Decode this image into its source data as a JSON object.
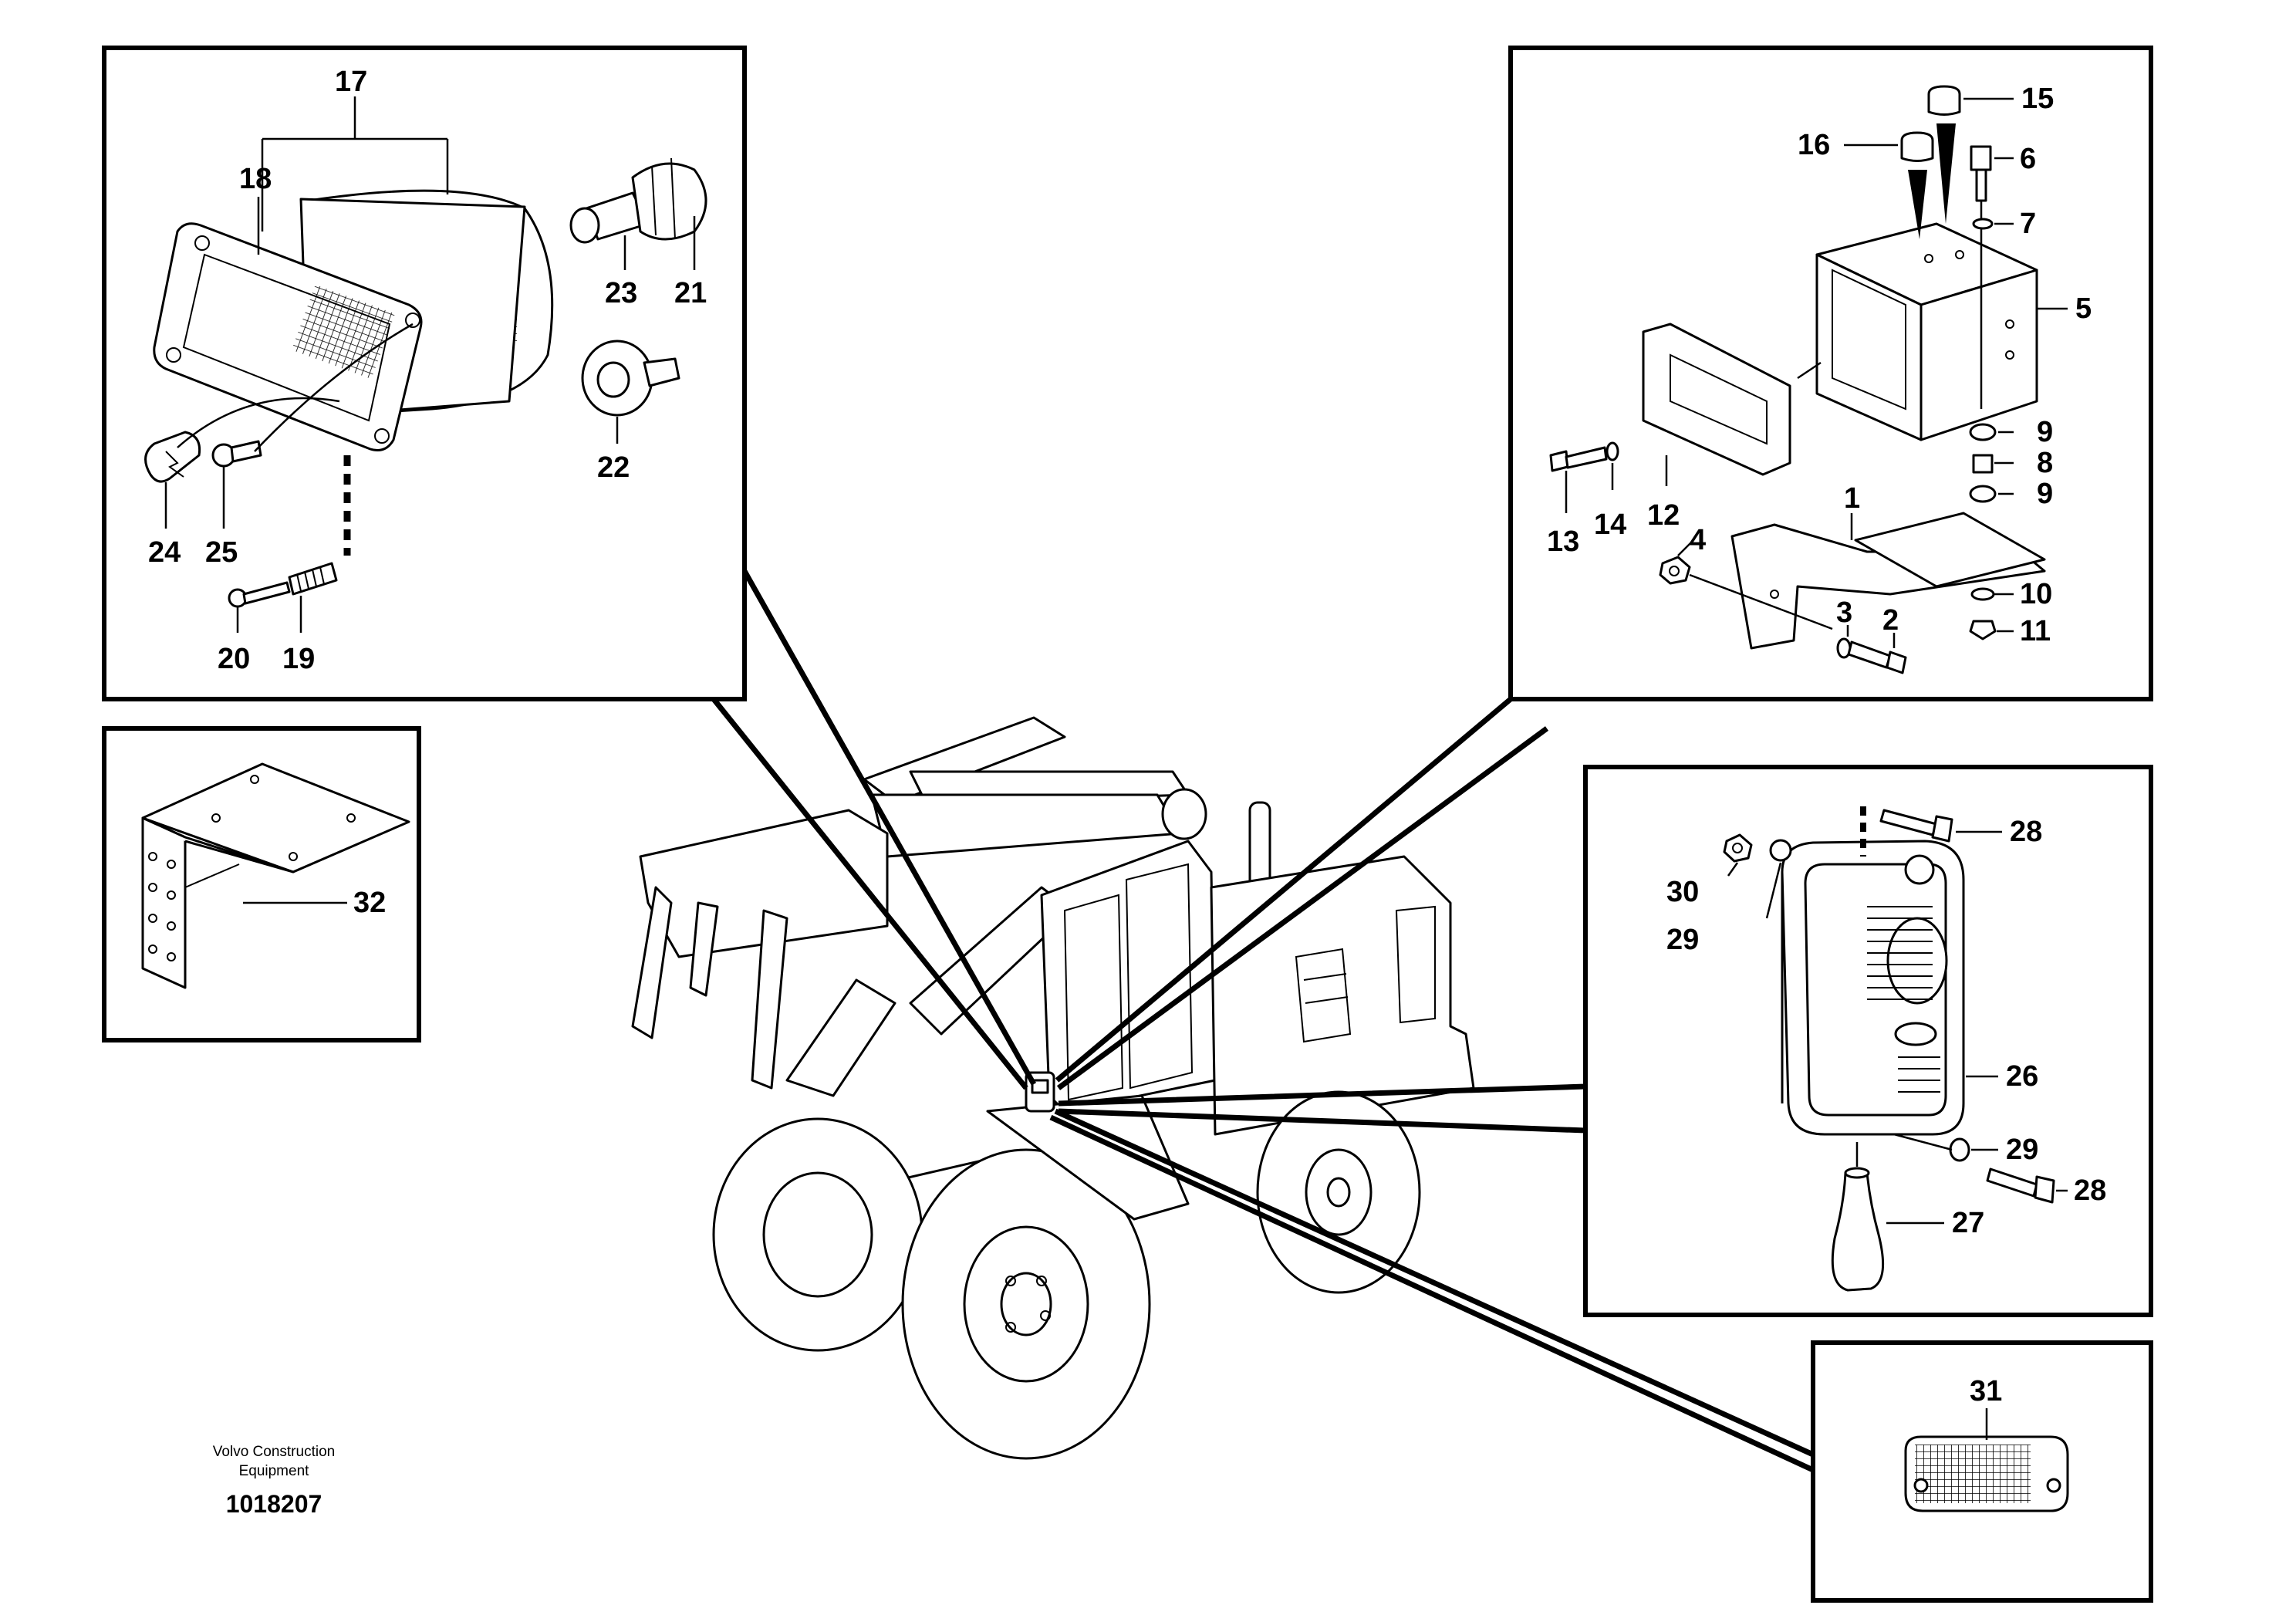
{
  "labels": {
    "p1": "1",
    "p2": "2",
    "p3": "3",
    "p4": "4",
    "p5": "5",
    "p6": "6",
    "p7": "7",
    "p8": "8",
    "p9a": "9",
    "p9b": "9",
    "p10": "10",
    "p11": "11",
    "p12": "12",
    "p13": "13",
    "p14": "14",
    "p15": "15",
    "p16": "16",
    "p17": "17",
    "p18": "18",
    "p19": "19",
    "p20": "20",
    "p21": "21",
    "p22": "22",
    "p23": "23",
    "p24": "24",
    "p25": "25",
    "p26": "26",
    "p27": "27",
    "p28a": "28",
    "p28b": "28",
    "p29a": "29",
    "p29b": "29",
    "p30": "30",
    "p31": "31",
    "p32": "32"
  },
  "caption": {
    "line1": "Volvo Construction",
    "line2": "Equipment",
    "doc_number": "1018207"
  }
}
